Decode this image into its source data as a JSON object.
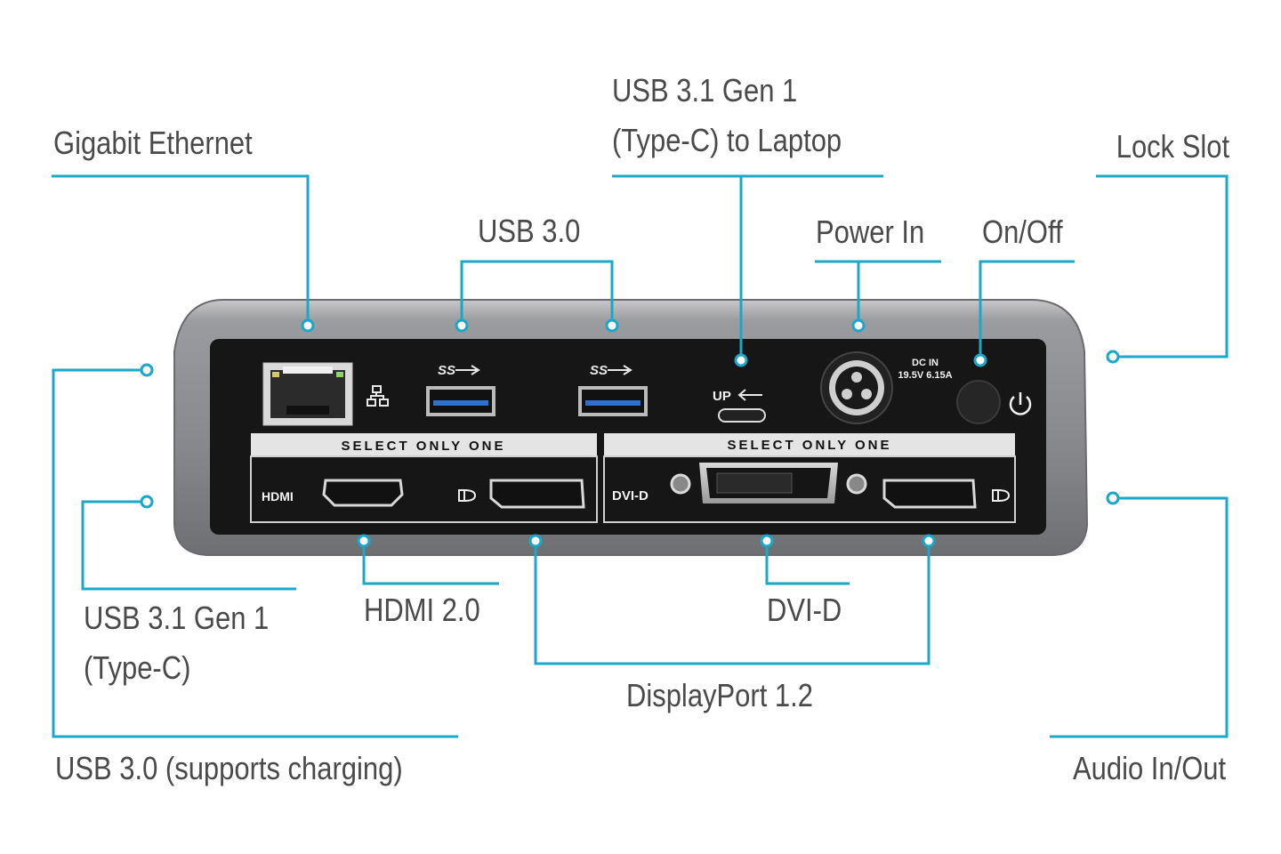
{
  "callouts": {
    "gigabit_ethernet": "Gigabit Ethernet",
    "usb31_laptop_line1": "USB 3.1 Gen 1",
    "usb31_laptop_line2": "(Type-C) to Laptop",
    "lock_slot": "Lock Slot",
    "usb30_top": "USB 3.0",
    "power_in": "Power In",
    "on_off": "On/Off",
    "usb31_typec_line1": "USB 3.1 Gen 1",
    "usb31_typec_line2": "(Type-C)",
    "hdmi": "HDMI 2.0",
    "dvi": "DVI-D",
    "displayport": "DisplayPort 1.2",
    "usb30_charging": "USB 3.0 (supports charging)",
    "audio": "Audio In/Out"
  },
  "device": {
    "select_only_one_left": "SELECT ONLY ONE",
    "select_only_one_right": "SELECT ONLY ONE",
    "hdmi_logo": "HDMI",
    "dvi_label": "DVI-D",
    "dc_in_line1": "DC IN",
    "dc_in_line2": "19.5V 6.15A",
    "up_label": "UP",
    "ss_logo": "SS"
  },
  "colors": {
    "leader": "#1ba8c8",
    "label_text": "#4a4a4a",
    "housing": "#8f9093",
    "panel": "#1a1a1a"
  },
  "icons": [
    "network-icon",
    "usb-superspeed-icon",
    "displayport-icon",
    "usb-c-arrow-icon",
    "power-icon"
  ]
}
